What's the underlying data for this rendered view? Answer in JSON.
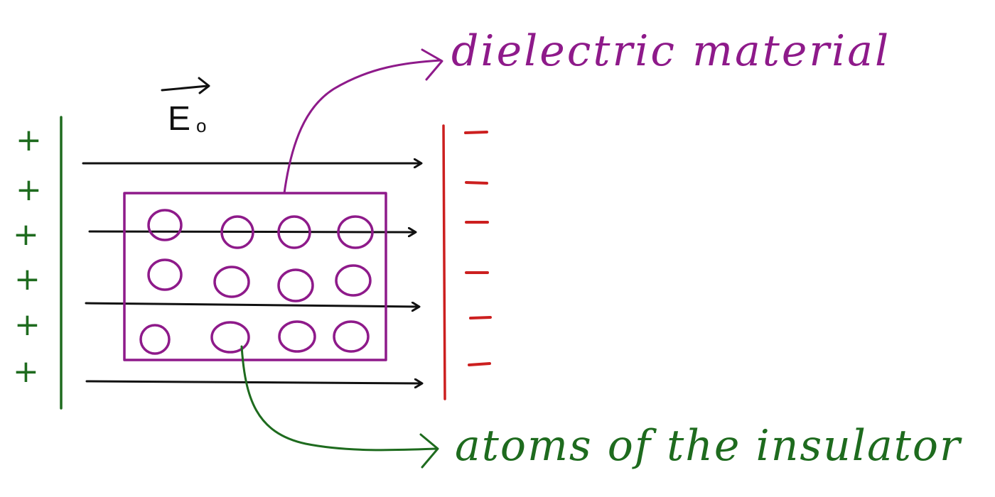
{
  "labels": {
    "dielectric": "dielectric material",
    "atoms": "atoms of the insulator",
    "field": "E",
    "field_subscript": "o"
  },
  "plates": {
    "positive_sign": "+",
    "negative_sign": "−"
  },
  "colors": {
    "positive": "#1e6b1e",
    "negative": "#cc1f1f",
    "dielectric": "#8e1a8a",
    "atoms_label": "#1e6b1e",
    "field_lines": "#111111"
  }
}
